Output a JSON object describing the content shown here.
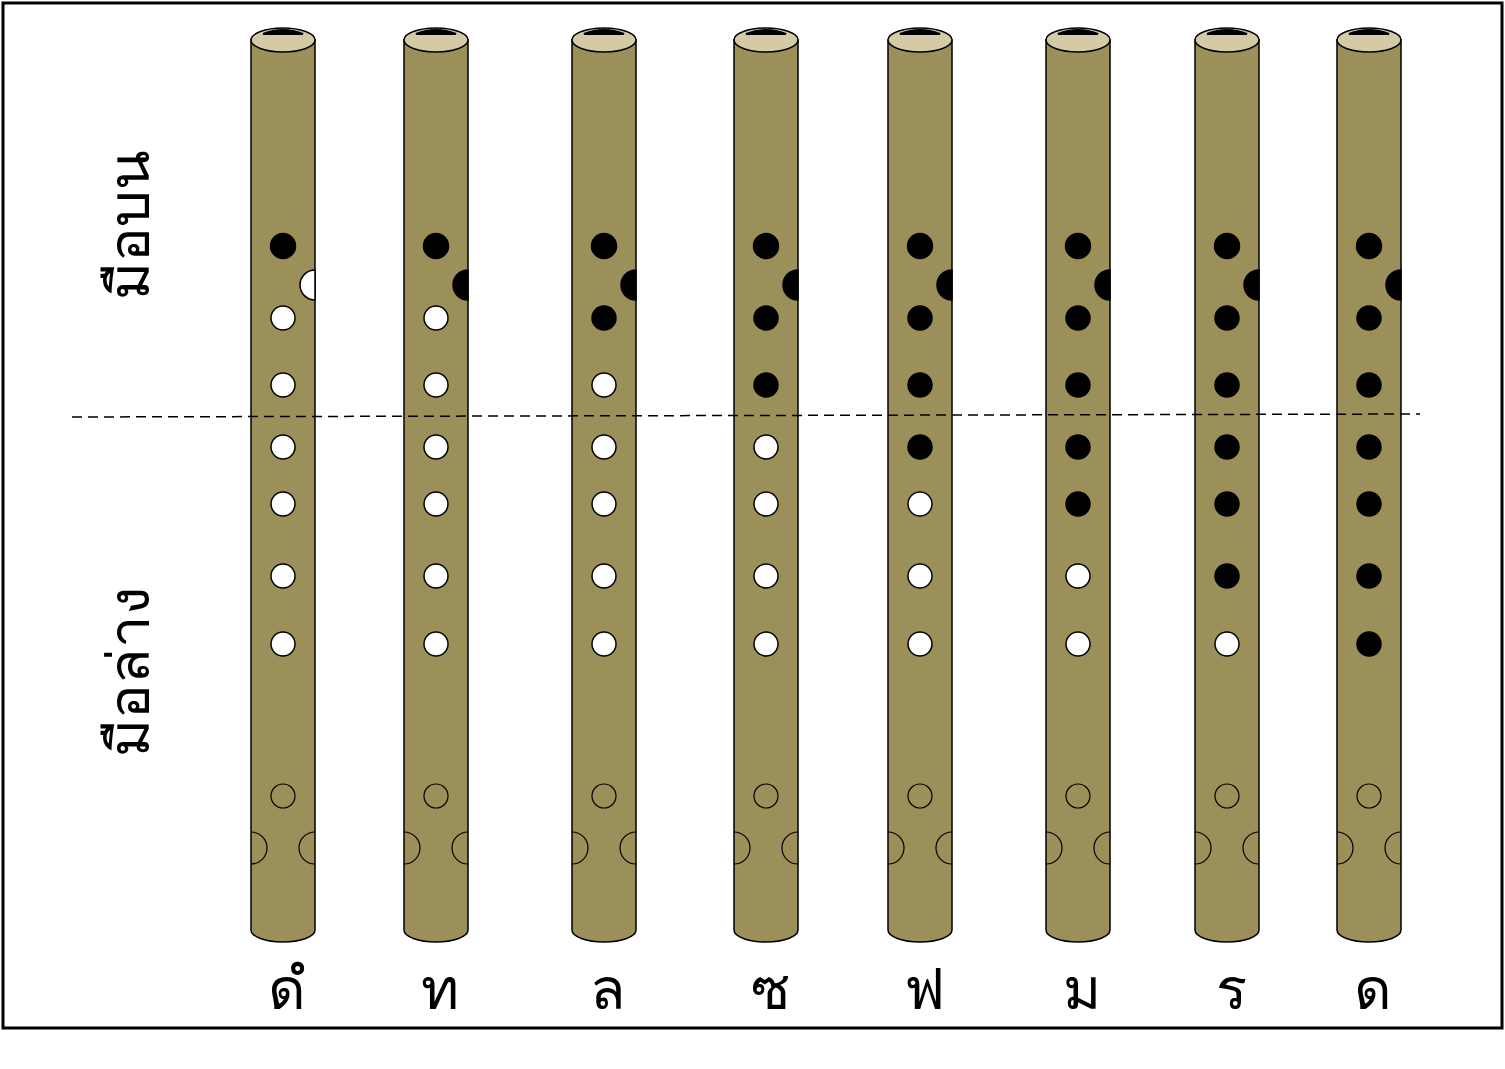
{
  "diagram": {
    "labels": [
      "มือบน",
      "มือล่าง",
      "ดํ",
      "ท",
      "ล",
      "ซ",
      "ฟ",
      "ม",
      "ร",
      "ด"
    ]
  }
}
